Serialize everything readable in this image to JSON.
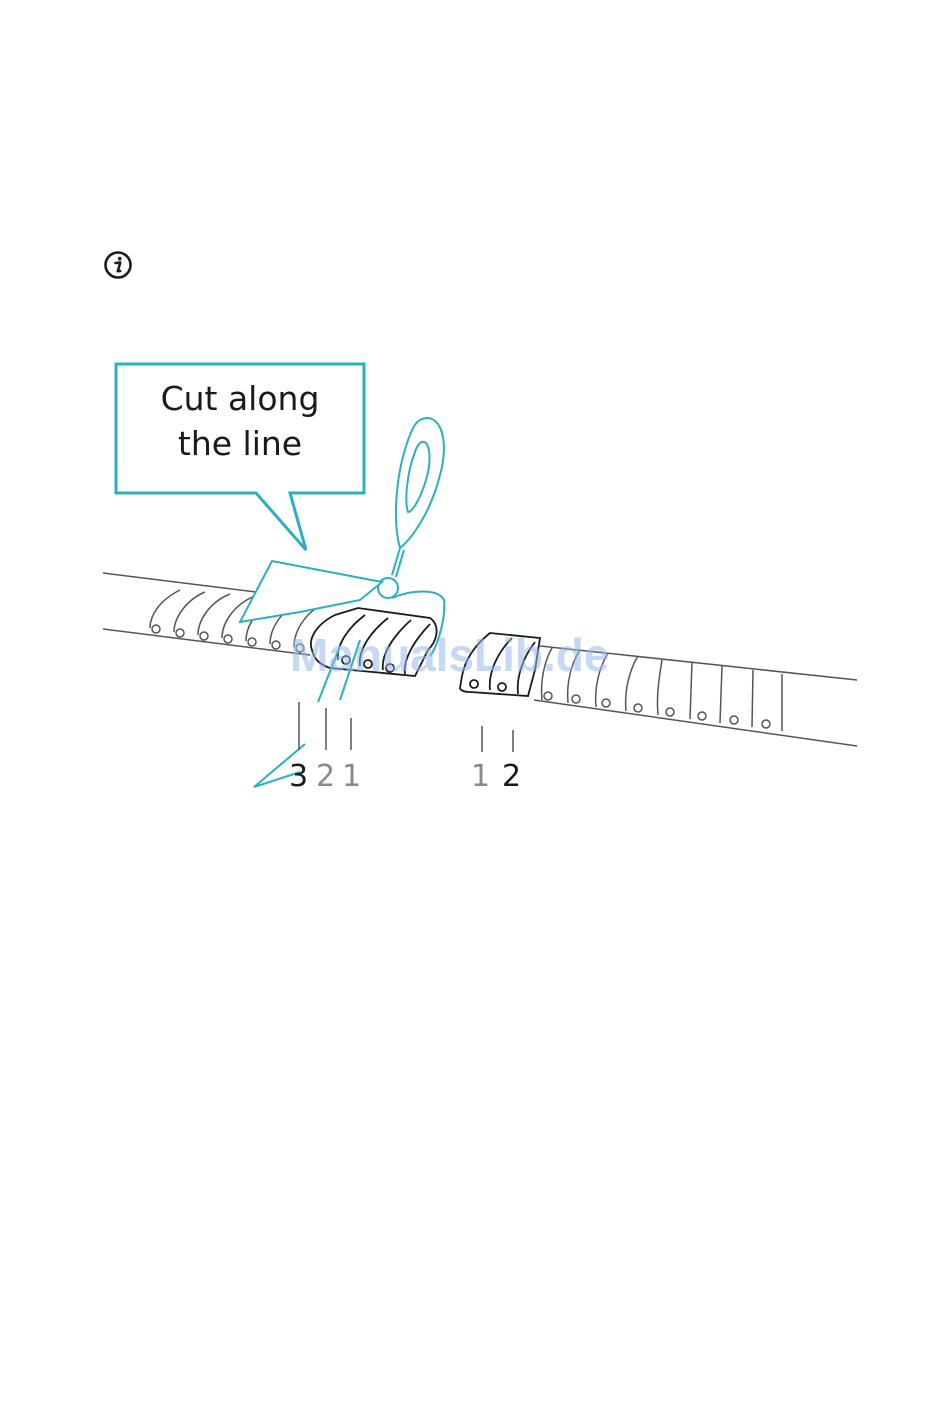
{
  "colors": {
    "accent": "#2bb0c1",
    "line": "#555555",
    "text_dark": "#1a1a1a",
    "text_gray": "#8a8a8a",
    "watermark": "#96b9eb"
  },
  "info_icon": {
    "icon": "info-icon"
  },
  "callout": {
    "line1": "Cut along",
    "line2": "the line"
  },
  "labels_left": [
    "3",
    "2",
    "1"
  ],
  "labels_right": [
    "1",
    "2"
  ],
  "watermark": "ManualsLib.de"
}
